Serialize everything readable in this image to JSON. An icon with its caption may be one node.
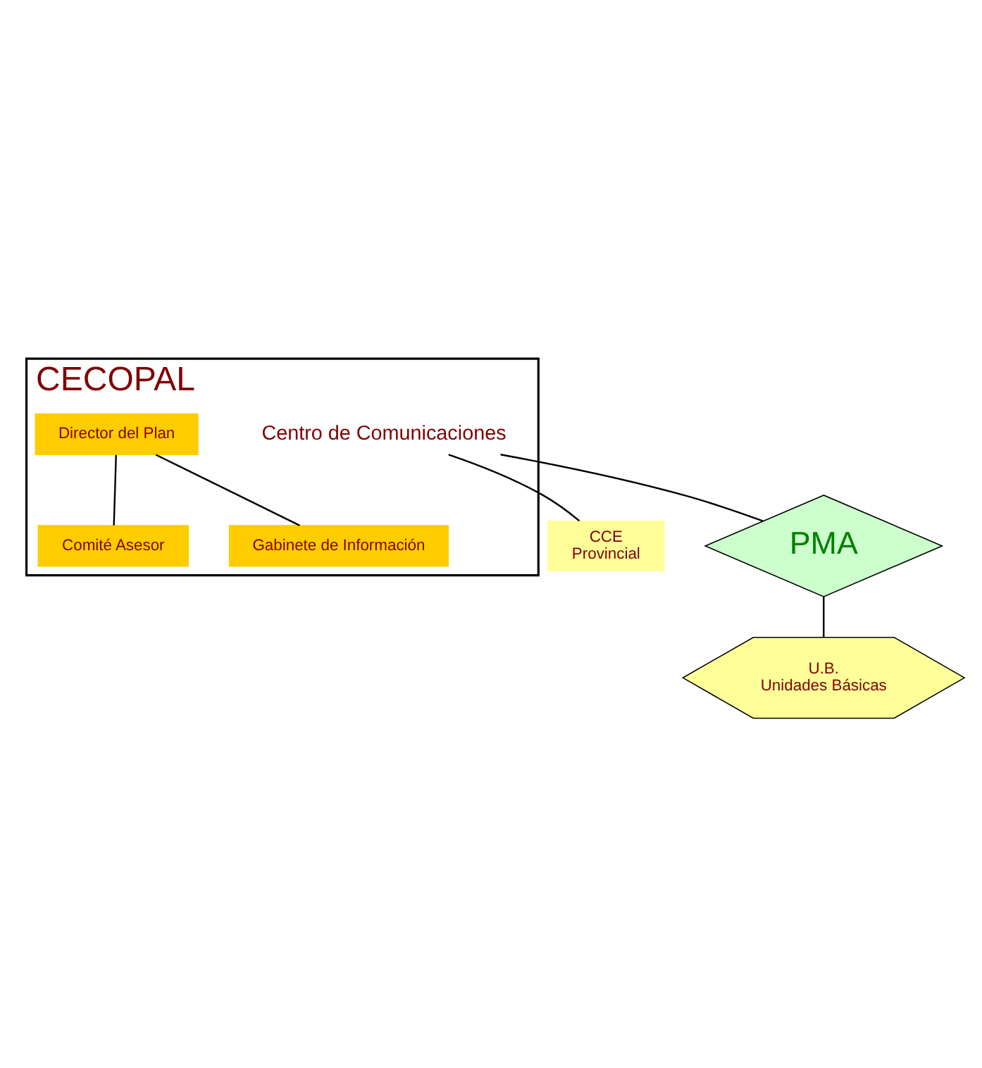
{
  "diagram": {
    "nodes": [
      {
        "text": [
          "CECOPAL"
        ]
      },
      {
        "text": [
          "Director del Plan"
        ],
        "in": 0
      },
      {
        "text": [
          "Comité Asesor"
        ],
        "in": 0
      },
      {
        "text": [
          "Gabinete de Información"
        ],
        "in": 0
      },
      {
        "text": [
          "Centro de Comunicaciones"
        ],
        "in": 0
      },
      {
        "text": [
          "CCE",
          "Provincial"
        ]
      },
      {
        "text": [
          "PMA"
        ]
      },
      {
        "text": [
          "U.B.",
          "Unidades Básicas"
        ]
      }
    ],
    "edges": [
      {
        "from": 1,
        "to": 2,
        "arrow": "none"
      },
      {
        "from": 1,
        "to": 3,
        "arrow": "none"
      },
      {
        "from": 4,
        "to": 5,
        "arrow": "none"
      },
      {
        "from": 4,
        "to": 6,
        "arrow": "none"
      },
      {
        "from": 6,
        "to": 7,
        "arrow": "none"
      }
    ]
  }
}
